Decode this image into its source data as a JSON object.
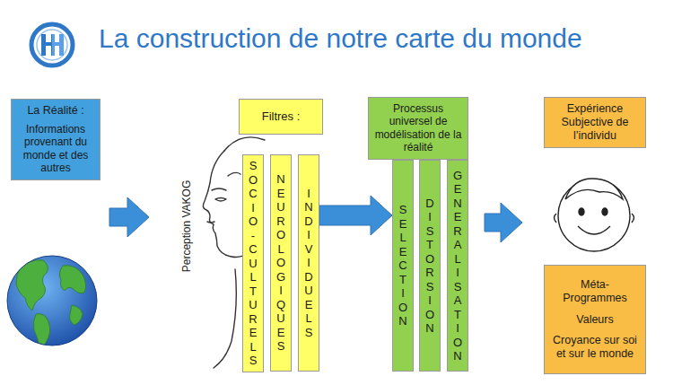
{
  "diagram": {
    "title": "La construction de notre carte du monde",
    "nodes": [
      {
        "text": [
          "La Réalité :",
          "Informations provenant du monde et des autres"
        ]
      },
      {
        "text": [
          "Filtres :"
        ]
      },
      {
        "text": [
          "SOCIO-CULTURELS"
        ]
      },
      {
        "text": [
          "NEUROLOGIQUES"
        ]
      },
      {
        "text": [
          "INDIVIDUELS"
        ]
      },
      {
        "text": [
          "Processus universel de modélisation de la réalité"
        ]
      },
      {
        "text": [
          "SELECTION"
        ]
      },
      {
        "text": [
          "DISTORSION"
        ]
      },
      {
        "text": [
          "GENERALISATION"
        ]
      },
      {
        "text": [
          "Expérience Subjective de l’individu"
        ]
      },
      {
        "text": [
          "Méta-Programmes",
          "Valeurs",
          "Croyance sur soi et sur le monde"
        ]
      }
    ],
    "edges": [
      {
        "from": 4,
        "to": 6,
        "arrow": "to"
      }
    ],
    "labels": [
      "Perception VAKOG"
    ]
  }
}
